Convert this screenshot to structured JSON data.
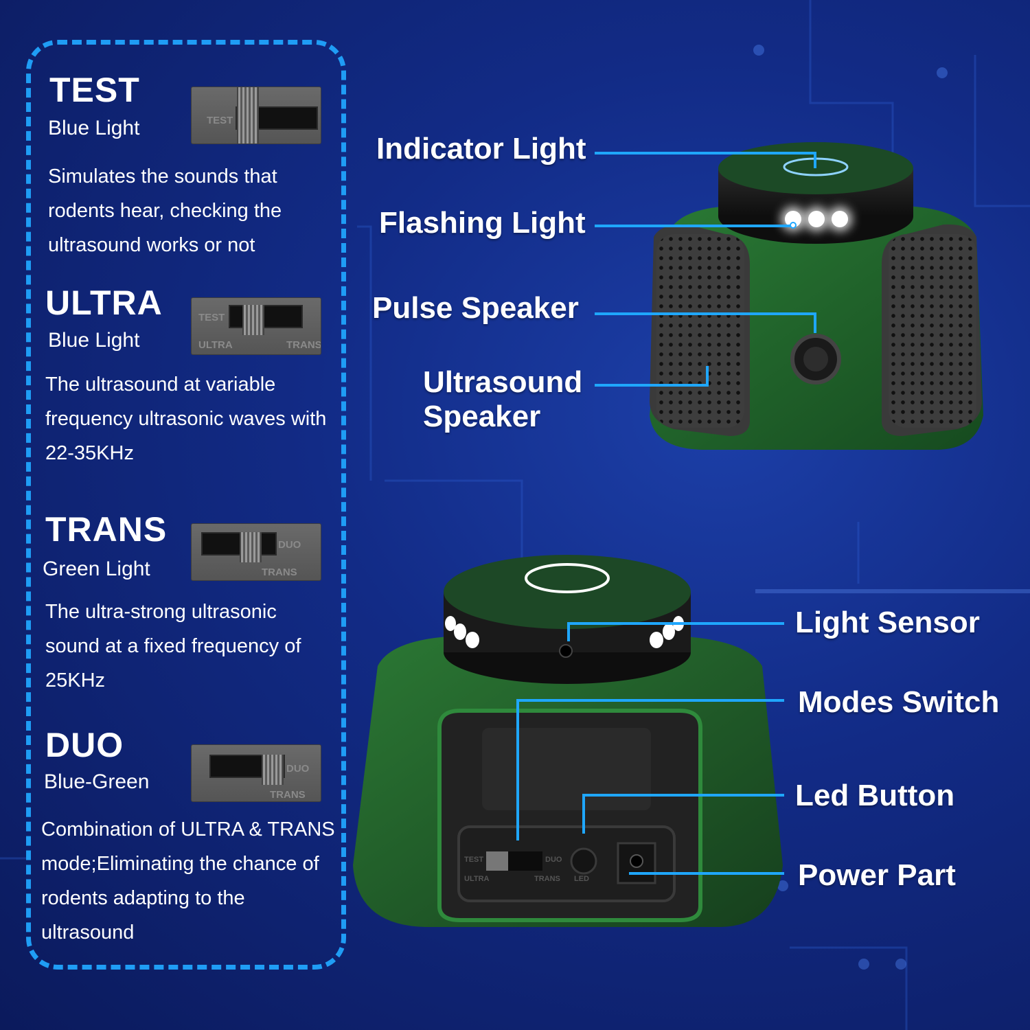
{
  "modes": [
    {
      "title": "TEST",
      "light": "Blue Light",
      "desc": "Simulates the sounds that rodents hear, checking the ultrasound works or not"
    },
    {
      "title": "ULTRA",
      "light": "Blue Light",
      "desc": "The ultrasound at variable frequency ultrasonic waves with 22-35KHz"
    },
    {
      "title": "TRANS",
      "light": "Green Light",
      "desc": "The ultra-strong ultrasonic sound at a fixed frequency of 25KHz"
    },
    {
      "title": "DUO",
      "light": "Blue-Green",
      "desc": "Combination of ULTRA & TRANS mode;Eliminating the chance of rodents adapting to the ultrasound"
    }
  ],
  "switch_labels": {
    "test": "TEST",
    "ultra": "ULTRA",
    "trans": "TRANS",
    "duo": "DUO",
    "led": "LED"
  },
  "callouts_top": {
    "indicator": "Indicator Light",
    "flashing": "Flashing Light",
    "pulse": "Pulse Speaker",
    "ultrasound_1": "Ultrasound",
    "ultrasound_2": "Speaker"
  },
  "callouts_bottom": {
    "light_sensor": "Light Sensor",
    "modes_switch": "Modes Switch",
    "led_button": "Led Button",
    "power_part": "Power Part"
  },
  "colors": {
    "accent": "#1fa7ff",
    "background": "#122b86",
    "device_green": "#1f5a2a"
  }
}
